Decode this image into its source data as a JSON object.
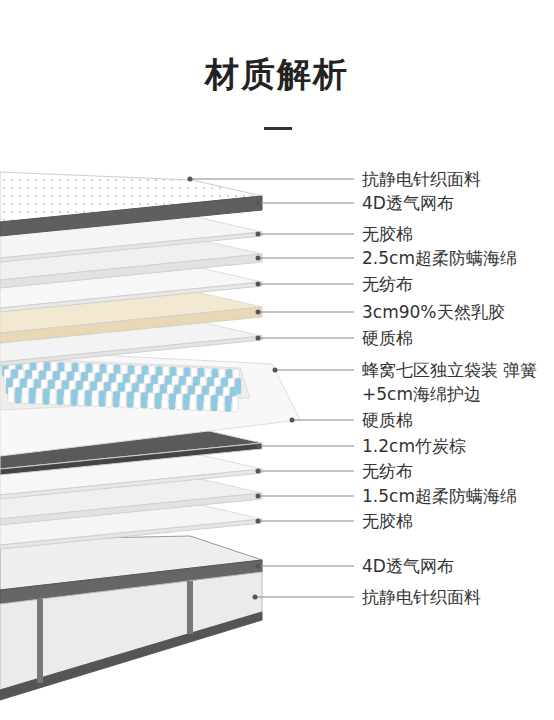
{
  "diagram": {
    "title": "材质解析",
    "labels": [
      "抗静电针织面料",
      "4D透气网布",
      "无胶棉",
      "2.5cm超柔防螨海绵",
      "无纺布",
      "3cm90%天然乳胶",
      "硬质棉",
      "蜂窝七区独立袋装 弹簧+5cm海绵护边",
      "硬质棉",
      "1.2cm竹炭棕",
      "无纺布",
      "1.5cm超柔防螨海绵",
      "无胶棉",
      "4D透气网布",
      "抗静电针织面料"
    ]
  }
}
